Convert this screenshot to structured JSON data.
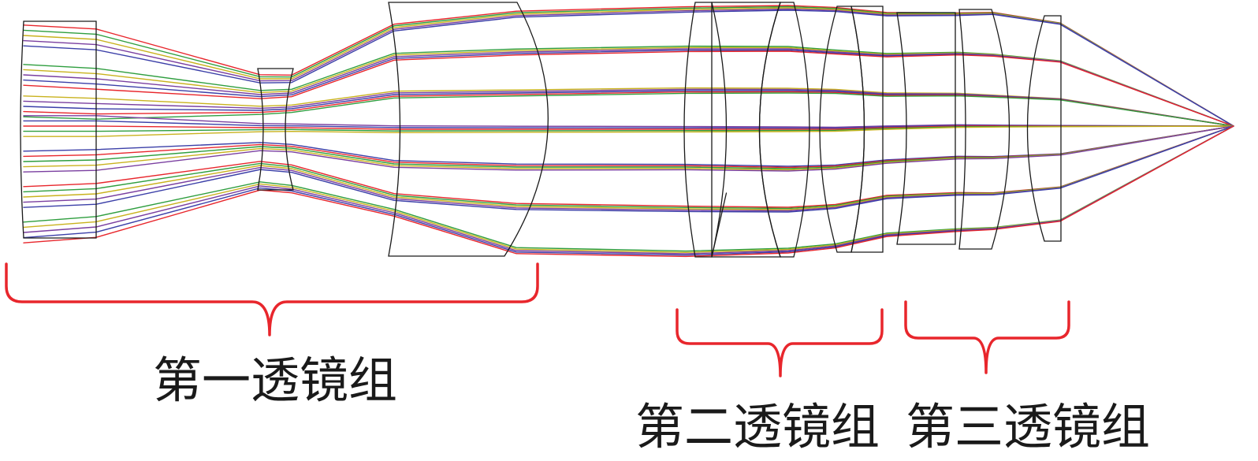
{
  "groups": [
    {
      "label": "第一透镜组"
    },
    {
      "label": "第二透镜组"
    },
    {
      "label": "第三透镜组"
    }
  ],
  "colors": {
    "bracket": "#e8262c",
    "lens_outline": "#1a1a1a",
    "ray_colors": [
      "#e8262c",
      "#2f9e3f",
      "#c9b21e",
      "#7a3fa0",
      "#3b3fa8"
    ]
  }
}
